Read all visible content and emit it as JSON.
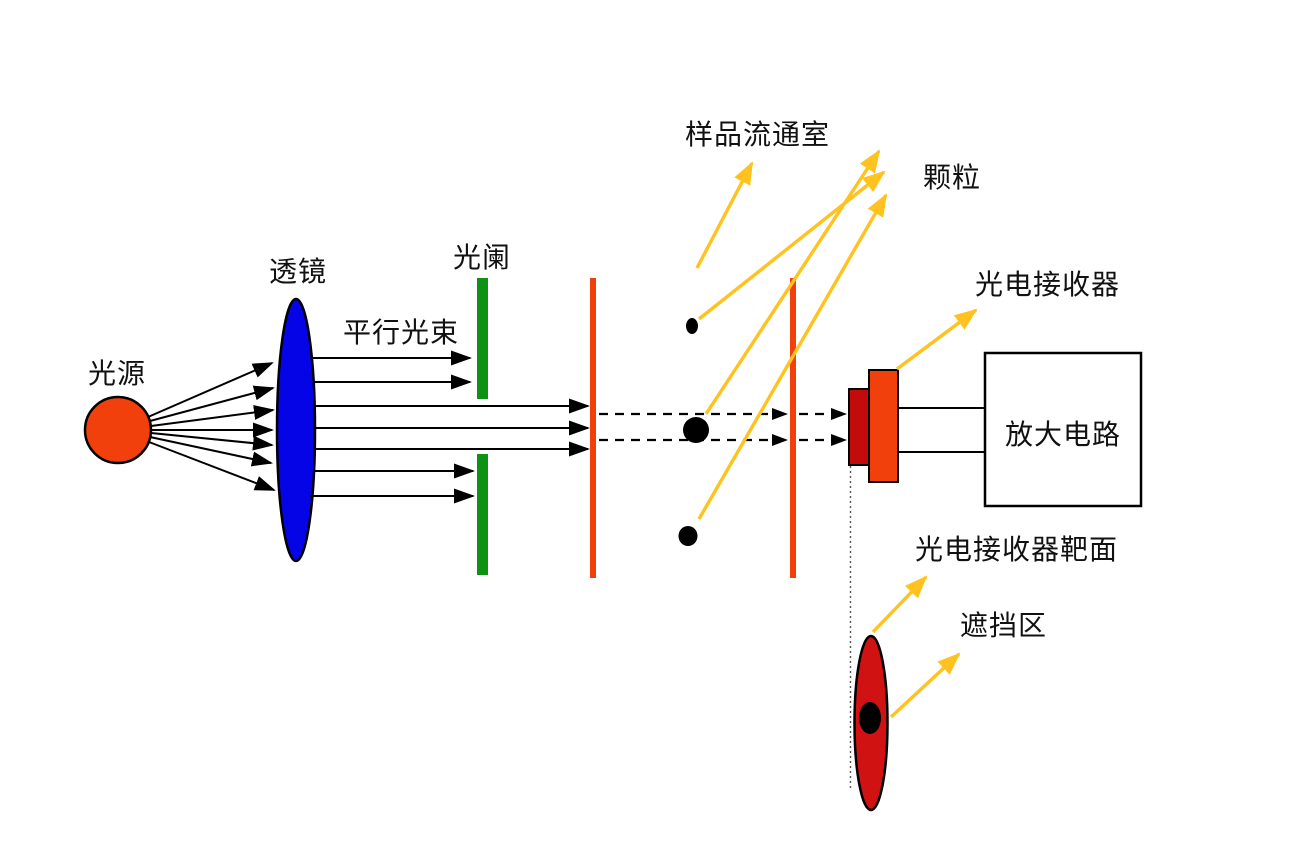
{
  "diagram": {
    "type": "optical-particle-counter-schematic",
    "labels": {
      "light_source": "光源",
      "lens": "透镜",
      "parallel_beam": "平行光束",
      "aperture": "光阑",
      "sample_cell": "样品流通室",
      "particles": "颗粒",
      "photo_receiver": "光电接收器",
      "amplifier": "放大电路",
      "receiver_target": "光电接收器靶面",
      "blocking_zone": "遮挡区"
    },
    "particle_count": 3,
    "source_ray_count": 7,
    "parallel_ray_count": 7
  },
  "colors": {
    "background": "#ffffff",
    "source_red": "#f2400d",
    "lens_blue": "#0404e6",
    "aperture_green": "#0e9213",
    "cell_wall_red": "#f2400d",
    "detector_dark_red": "#c40b0b",
    "detector_orange": "#f2400d",
    "target_red": "#d11212",
    "particle_black": "#000000",
    "annotation_yellow": "#ffc21e",
    "line_black": "#000000",
    "amp_box_fill": "#ffffff",
    "dotted_guide_gray": "#555555"
  }
}
